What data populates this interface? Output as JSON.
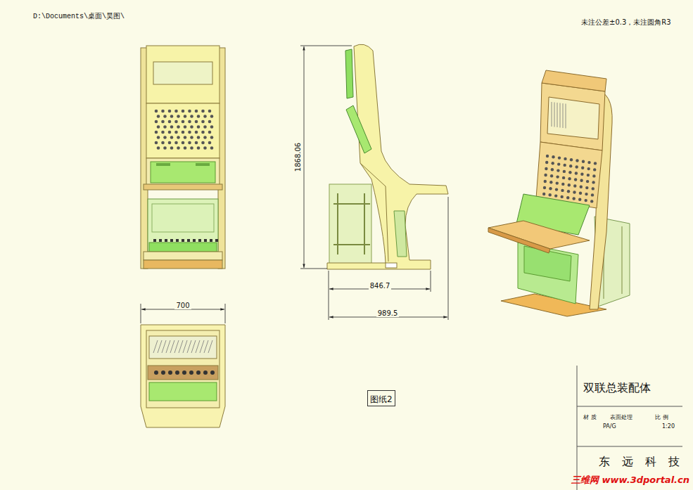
{
  "diagram": {
    "nodes": [
      {
        "text": [
          "图纸2"
        ]
      },
      {
        "text": [
          "双联总装配体"
        ]
      },
      {
        "text": [
          "材 质",
          "表面处理",
          "比 例",
          "PA/G",
          "1:20"
        ]
      },
      {
        "text": [
          "东 远 科 技"
        ]
      }
    ],
    "labels": [
      "D:\\Documents\\桌面\\昊图\\",
      "未注公差±0.3，未注圆角R3",
      "1868.06",
      "846.7",
      "989.5",
      "700",
      "三维网 www.3dportal.cn"
    ]
  }
}
